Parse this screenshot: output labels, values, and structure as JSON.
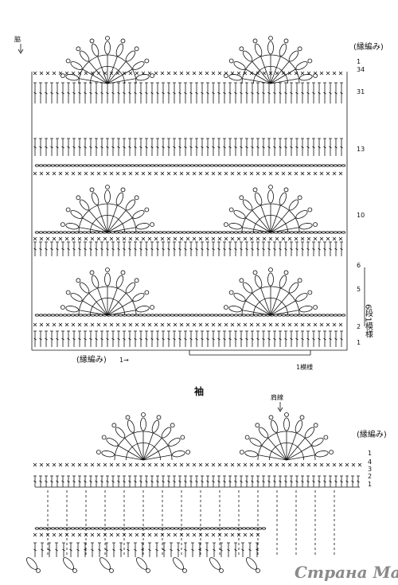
{
  "body_chart": {
    "side_label": "脇",
    "edging_label_top": "(縁編み)",
    "edging_label_bottom": "(縁編み)",
    "bottom_start": "1→",
    "one_pattern_label": "1模様",
    "repeat_label": "6段1模様",
    "row_markers": [
      "1",
      "34",
      "31",
      "13",
      "10",
      "6",
      "5",
      "2",
      "1"
    ]
  },
  "sleeve_chart": {
    "title": "袖",
    "shoulder_label": "肩線",
    "edging_label": "(縁編み)",
    "row_markers": [
      "1",
      "4",
      "3",
      "2",
      "1"
    ]
  },
  "watermark": "Страна Мам"
}
